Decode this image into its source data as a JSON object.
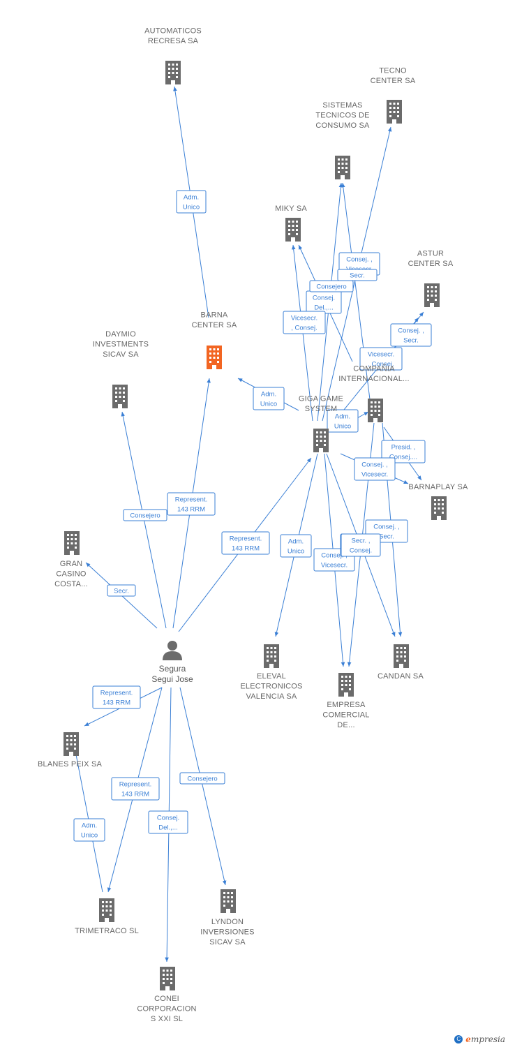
{
  "colors": {
    "edge": "#3a7fd5",
    "company": "#6b6b6b",
    "focus_company": "#f26522",
    "person": "#6b6b6b"
  },
  "person": {
    "lines": [
      "Segura",
      "Segui Jose"
    ],
    "icon": "person-icon"
  },
  "companies": [
    {
      "id": "automaticos",
      "lines": [
        "AUTOMATICOS",
        "RECRESA SA"
      ],
      "icon": "building-icon"
    },
    {
      "id": "tecno",
      "lines": [
        "TECNO",
        "CENTER SA"
      ],
      "icon": "building-icon"
    },
    {
      "id": "sistemas",
      "lines": [
        "SISTEMAS",
        "TECNICOS DE",
        "CONSUMO SA"
      ],
      "icon": "building-icon"
    },
    {
      "id": "miky",
      "lines": [
        "MIKY SA"
      ],
      "icon": "building-icon"
    },
    {
      "id": "astur",
      "lines": [
        "ASTUR",
        "CENTER SA"
      ],
      "icon": "building-icon"
    },
    {
      "id": "barna",
      "lines": [
        "BARNA",
        "CENTER SA"
      ],
      "icon": "building-icon",
      "focus": true
    },
    {
      "id": "daymio",
      "lines": [
        "DAYMIO",
        "INVESTMENTS",
        "SICAV SA"
      ],
      "icon": "building-icon"
    },
    {
      "id": "compania",
      "lines": [
        "COMPAÑIA",
        "INTERNACIONAL..."
      ],
      "icon": "building-icon"
    },
    {
      "id": "giga",
      "lines": [
        "GIGA GAME",
        "SYSTEM"
      ],
      "icon": "building-icon"
    },
    {
      "id": "barnaplay",
      "lines": [
        "BARNAPLAY SA"
      ],
      "icon": "building-icon"
    },
    {
      "id": "gran",
      "lines": [
        "GRAN",
        "CASINO",
        "COSTA..."
      ],
      "icon": "building-icon"
    },
    {
      "id": "eleval",
      "lines": [
        "ELEVAL",
        "ELECTRONICOS",
        "VALENCIA SA"
      ],
      "icon": "building-icon"
    },
    {
      "id": "candan",
      "lines": [
        "CANDAN SA"
      ],
      "icon": "building-icon"
    },
    {
      "id": "empresa",
      "lines": [
        "EMPRESA",
        "COMERCIAL",
        "DE..."
      ],
      "icon": "building-icon"
    },
    {
      "id": "blanes",
      "lines": [
        "BLANES PEIX SA"
      ],
      "icon": "building-icon"
    },
    {
      "id": "trimetraco",
      "lines": [
        "TRIMETRACO SL"
      ],
      "icon": "building-icon"
    },
    {
      "id": "lyndon",
      "lines": [
        "LYNDON",
        "INVERSIONES",
        "SICAV SA"
      ],
      "icon": "building-icon"
    },
    {
      "id": "conei",
      "lines": [
        "CONEI",
        "CORPORACION",
        "S XXI SL"
      ],
      "icon": "building-icon"
    }
  ],
  "edges": [
    {
      "from": "barna",
      "to": "automaticos",
      "lines": [
        "Adm.",
        "Unico"
      ]
    },
    {
      "from": "person",
      "to": "barna",
      "lines": [
        "Represent.",
        "143 RRM"
      ]
    },
    {
      "from": "person",
      "to": "daymio",
      "lines": [
        "Consejero"
      ]
    },
    {
      "from": "person",
      "to": "gran",
      "lines": [
        "Secr."
      ]
    },
    {
      "from": "person",
      "to": "giga",
      "lines": [
        "Represent.",
        "143 RRM"
      ]
    },
    {
      "from": "giga",
      "to": "barna",
      "lines": [
        "Adm.",
        "Unico"
      ]
    },
    {
      "from": "giga",
      "to": "tecno",
      "lines": [
        "Consej. ,",
        "Vicesecr."
      ]
    },
    {
      "from": "giga",
      "to": "sistemas",
      "lines": [
        "Consej.",
        "Del.,..."
      ]
    },
    {
      "from": "giga",
      "to": "miky",
      "lines": [
        "Vicesecr.",
        ", Consej."
      ]
    },
    {
      "from": "compania",
      "to": "miky",
      "lines": [
        "Consejero"
      ]
    },
    {
      "from": "compania",
      "to": "sistemas",
      "lines": [
        "Secr."
      ]
    },
    {
      "from": "compania",
      "to": "astur",
      "lines": [
        "Consej. ,",
        "Secr."
      ]
    },
    {
      "from": "giga",
      "to": "astur",
      "lines": [
        "Vicesecr.",
        ", Consej."
      ]
    },
    {
      "from": "giga",
      "to": "compania",
      "lines": [
        "Adm.",
        "Unico"
      ]
    },
    {
      "from": "compania",
      "to": "barnaplay",
      "lines": [
        "Presid. ,",
        "Consej...."
      ]
    },
    {
      "from": "giga",
      "to": "barnaplay",
      "lines": [
        "Consej. ,",
        "Vicesecr."
      ]
    },
    {
      "from": "giga",
      "to": "eleval",
      "lines": [
        "Adm.",
        "Unico"
      ]
    },
    {
      "from": "giga",
      "to": "empresa",
      "lines": [
        "Consej. ,",
        "Vicesecr."
      ]
    },
    {
      "from": "compania",
      "to": "empresa",
      "lines": [
        "Secr. ,",
        "Consej."
      ]
    },
    {
      "from": "compania",
      "to": "candan",
      "lines": [
        "Consej. ,",
        "Secr."
      ]
    },
    {
      "from": "giga",
      "to": "candan",
      "lines": [
        "Secr. ,",
        "Consej."
      ]
    },
    {
      "from": "person",
      "to": "blanes",
      "lines": [
        "Represent.",
        "143 RRM"
      ]
    },
    {
      "from": "trimetraco",
      "to": "blanes",
      "lines": [
        "Adm.",
        "Unico"
      ]
    },
    {
      "from": "person",
      "to": "trimetraco",
      "lines": [
        "Represent.",
        "143 RRM"
      ]
    },
    {
      "from": "person",
      "to": "conei",
      "lines": [
        "Consej.",
        "Del.,..."
      ]
    },
    {
      "from": "person",
      "to": "lyndon",
      "lines": [
        "Consejero"
      ]
    }
  ],
  "brand": {
    "symbol": "C",
    "initial": "e",
    "rest": "mpresia"
  }
}
